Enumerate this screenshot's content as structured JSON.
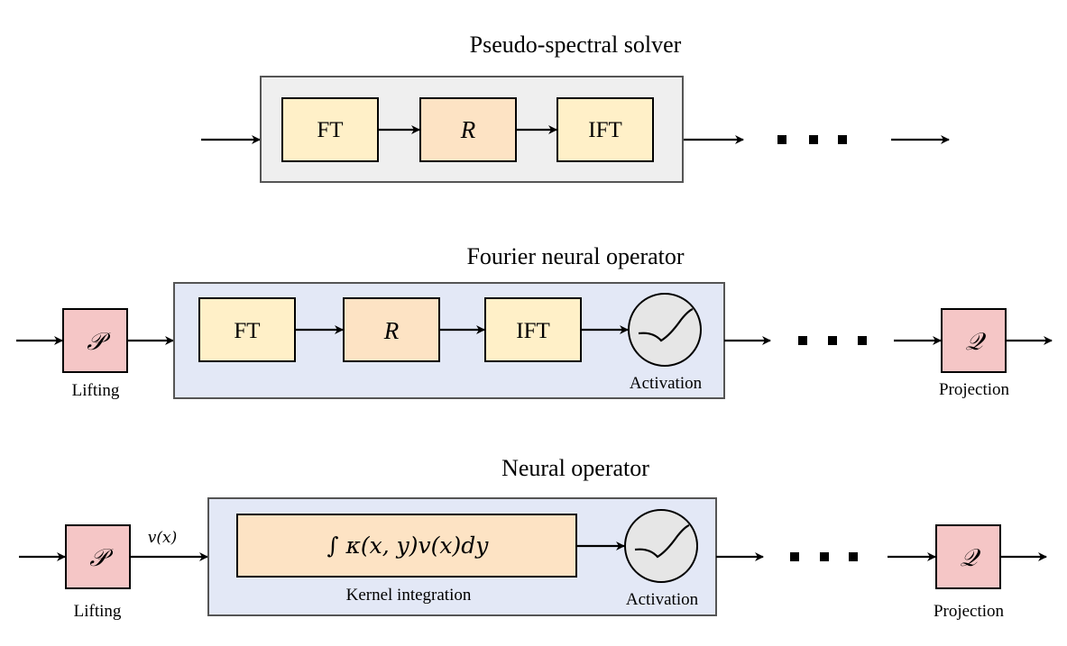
{
  "colors": {
    "solver_frame": "#efefef",
    "operator_frame": "#e3e8f6",
    "light_block": "#fff0c8",
    "orange_block": "#fde3c4",
    "pink_block": "#f5c6c6",
    "activation_fill": "#e6e6e6"
  },
  "rows": {
    "solver": {
      "title": "Pseudo-spectral solver",
      "blocks": [
        "FT",
        "R",
        "IFT"
      ],
      "ellipsis": "• • •"
    },
    "fno": {
      "title": "Fourier neural operator",
      "lifting_symbol": "𝒫",
      "lifting_label": "Lifting",
      "blocks": [
        "FT",
        "R",
        "IFT"
      ],
      "activation_label": "Activation",
      "ellipsis": "• • •",
      "projection_symbol": "𝒬",
      "projection_label": "Projection"
    },
    "neural": {
      "title": "Neural operator",
      "lifting_symbol": "𝒫",
      "lifting_label": "Lifting",
      "edge_label": "v(x)",
      "kernel_formula": "∫ κ(x, y)v(x)dy",
      "kernel_label": "Kernel integration",
      "activation_label": "Activation",
      "ellipsis": "• • •",
      "projection_symbol": "𝒬",
      "projection_label": "Projection"
    }
  }
}
